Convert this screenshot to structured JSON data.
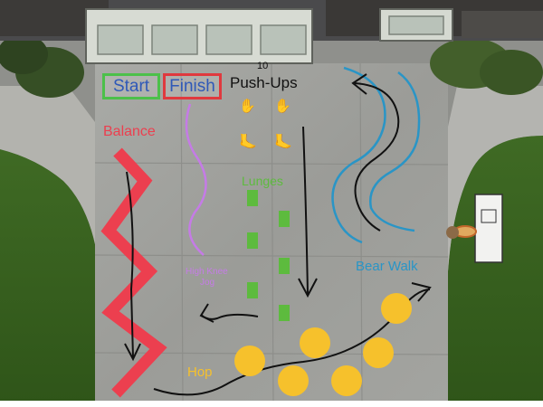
{
  "labels": {
    "start": "Start",
    "finish": "Finish",
    "pushups_count": "10",
    "pushups": "Push-Ups",
    "balance": "Balance",
    "lunges": "Lunges",
    "high_knee_line1": "High Knee",
    "high_knee_line2": "Jog",
    "bear_walk": "Bear Walk",
    "hop": "Hop"
  },
  "icons": {
    "hand": "✋",
    "foot": "🦶"
  },
  "colors": {
    "start_box": "#4cc04a",
    "finish_box": "#e0393e",
    "box_text": "#2f59b8",
    "balance": "#ec3f4f",
    "high_knee": "#c57be6",
    "lunges": "#5dbb3e",
    "bear_walk": "#2a95c6",
    "hop": "#f6c12c",
    "arrows": "#111111"
  }
}
